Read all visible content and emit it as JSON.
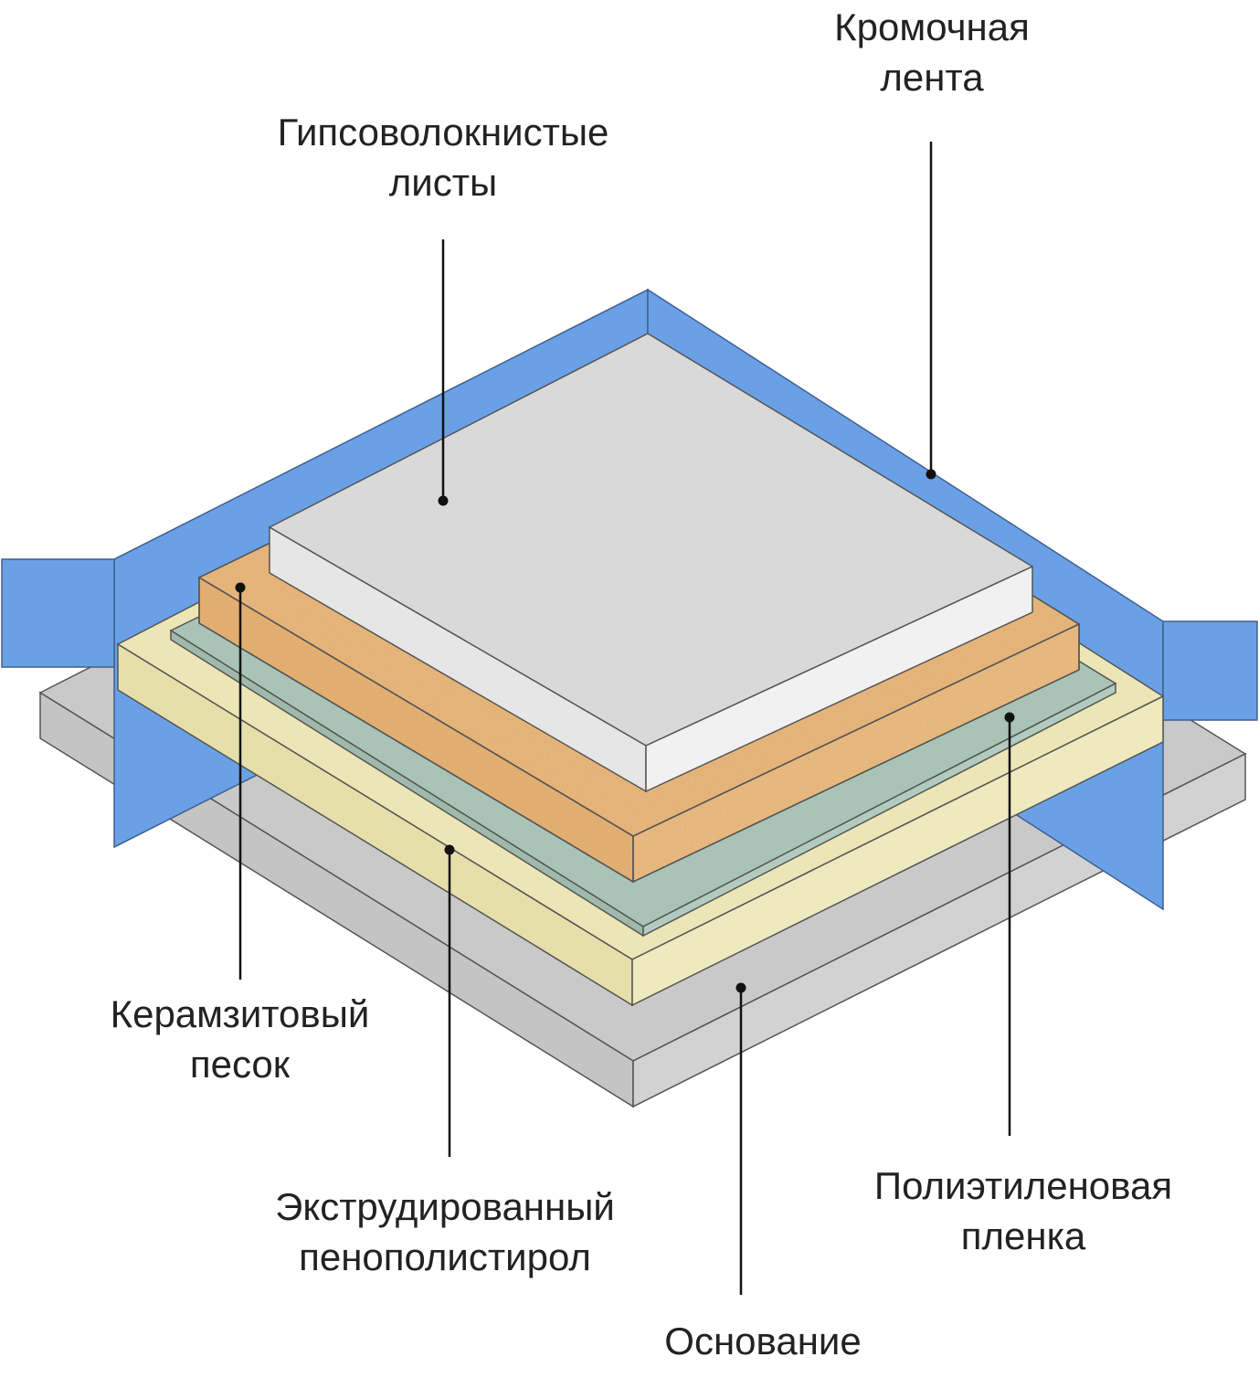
{
  "layers": [
    {
      "id": "edge_tape",
      "label": [
        "Кромочная",
        "лента"
      ],
      "color": "#6aa1e6"
    },
    {
      "id": "gypsum_sheets",
      "label": [
        "Гипсоволокнистые",
        "листы"
      ],
      "color": "#d9d9d9"
    },
    {
      "id": "expanded_clay_sand",
      "label": [
        "Керамзитовый",
        "песок"
      ],
      "color": "#e9b478"
    },
    {
      "id": "xps",
      "label": [
        "Экструдированный",
        "пенополистирол"
      ],
      "color": "#ece5b5"
    },
    {
      "id": "polyethylene_film",
      "label": [
        "Полиэтиленовая",
        "пленка"
      ],
      "color": "#a9c3b7"
    },
    {
      "id": "base",
      "label": [
        "Основание"
      ],
      "color": "#c9c9c9"
    }
  ]
}
